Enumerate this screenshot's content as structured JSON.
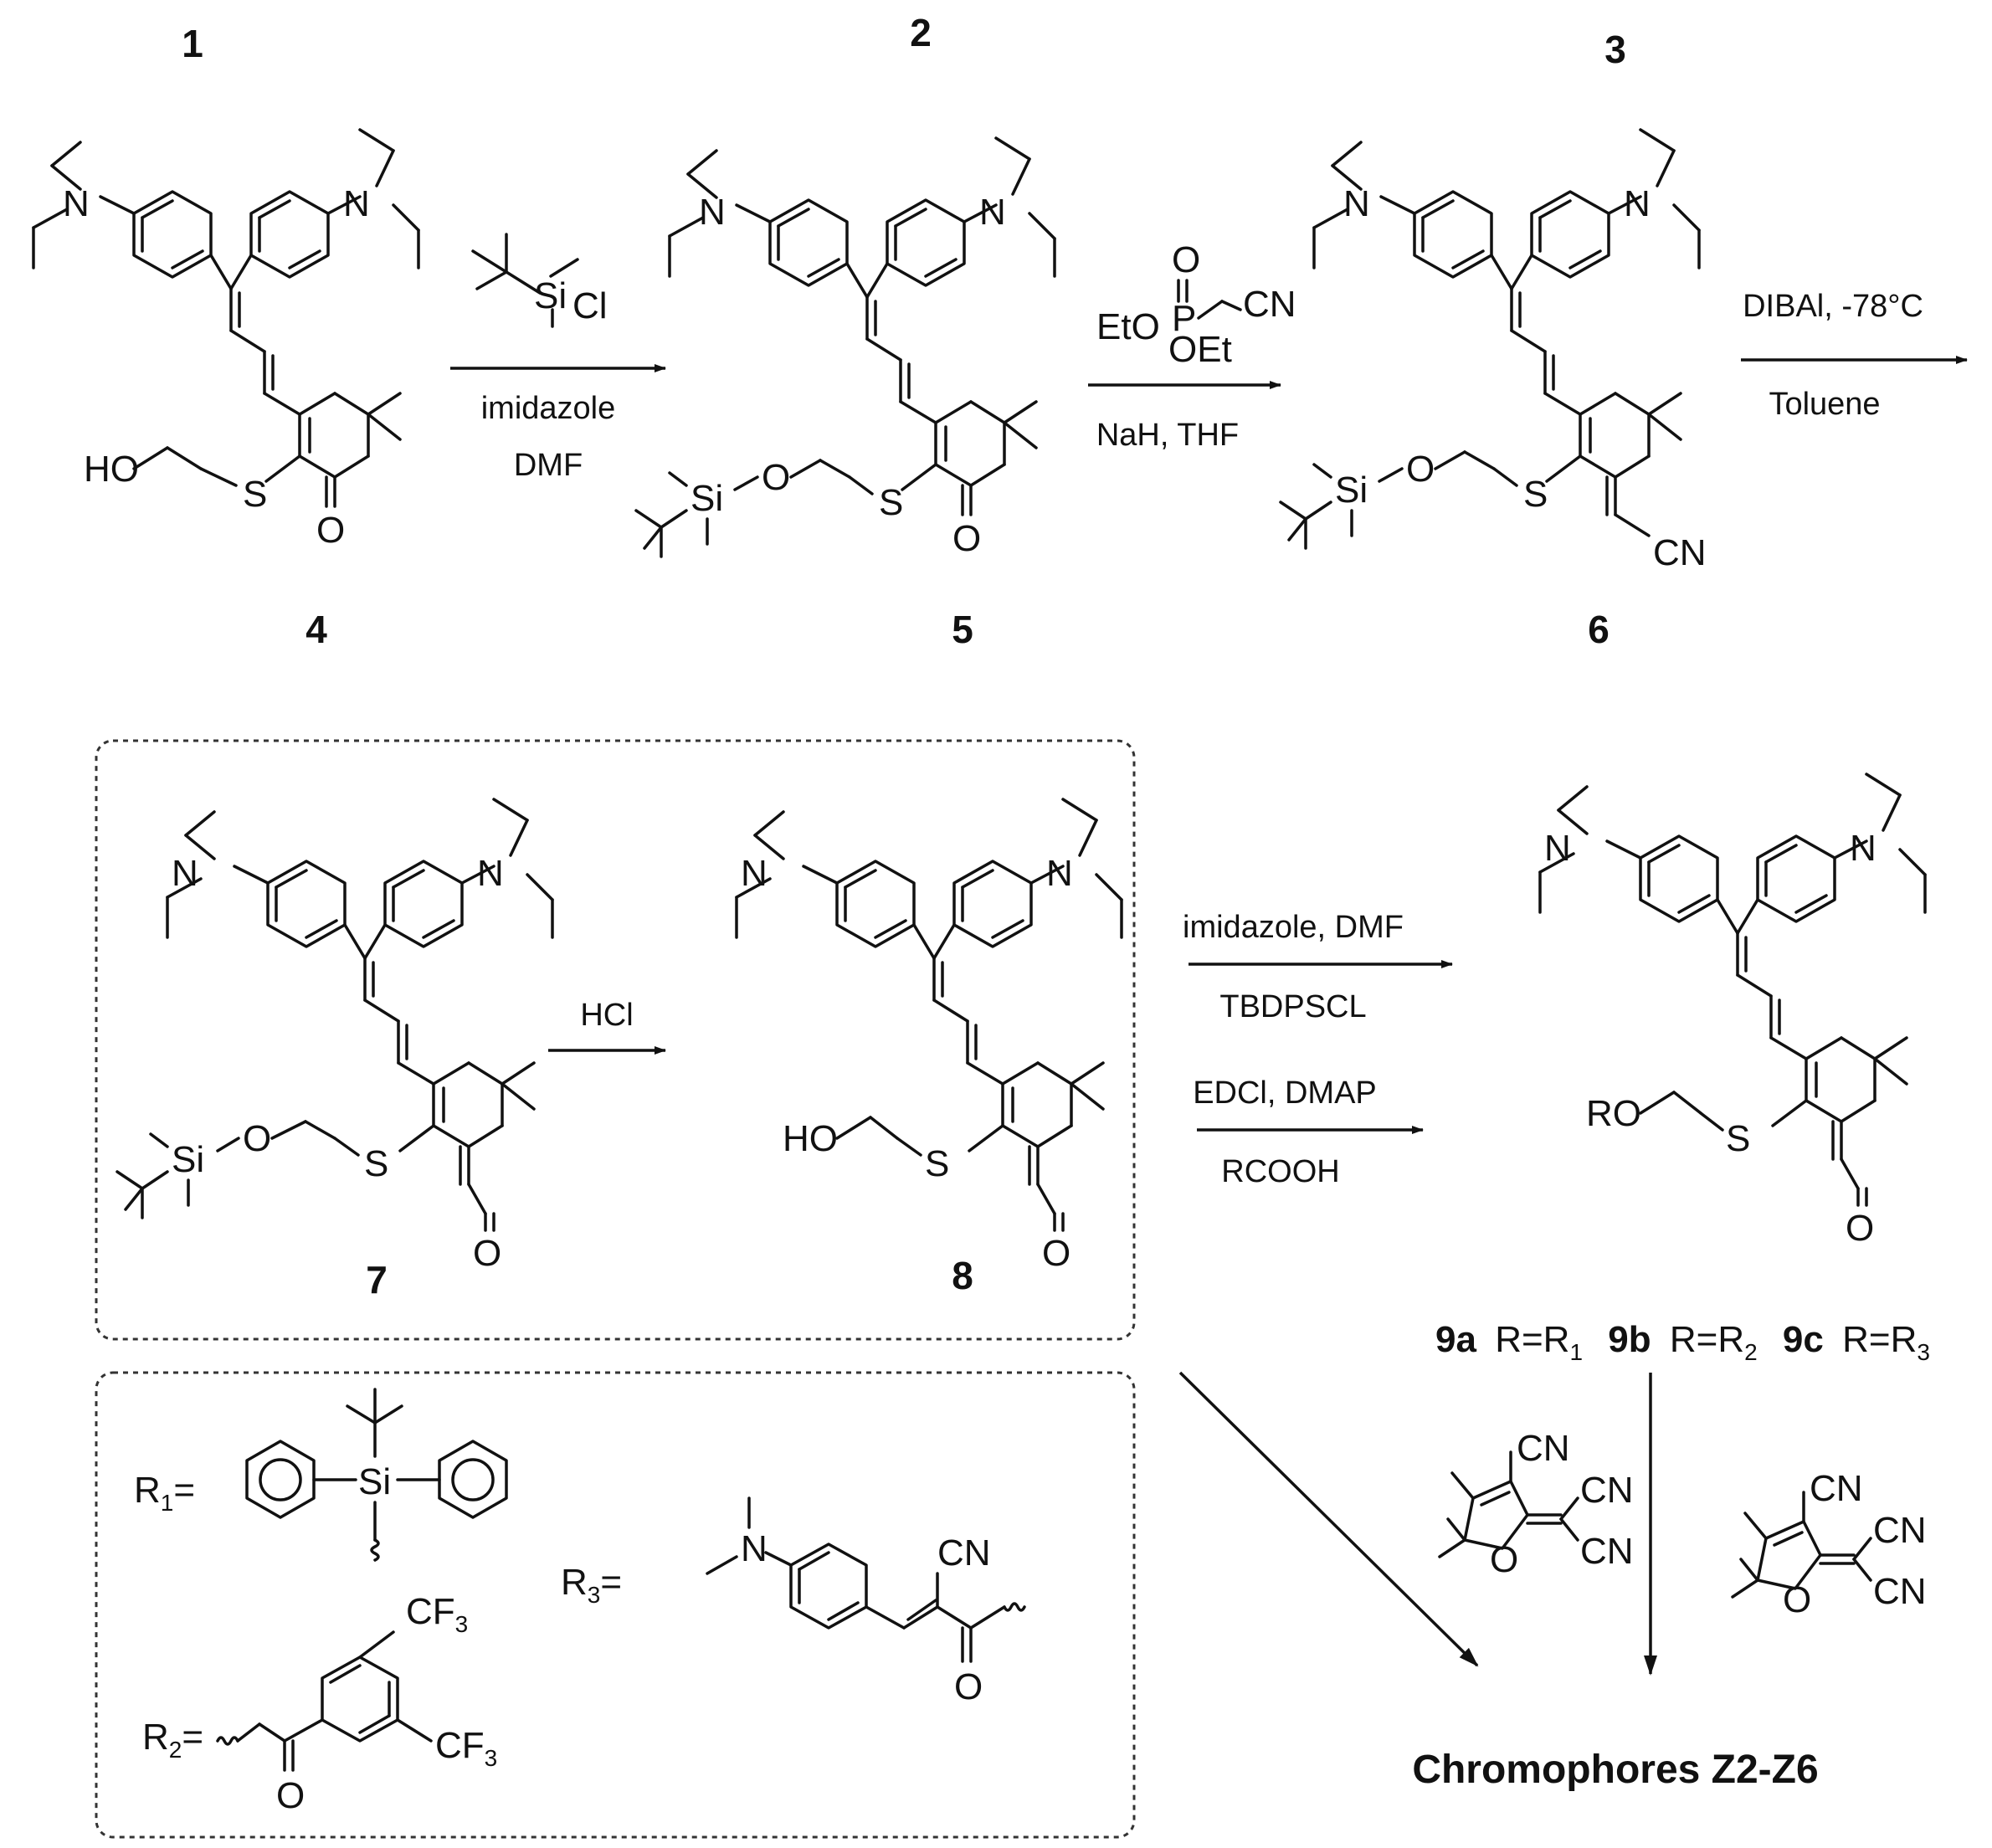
{
  "compound_numbers": {
    "c1": "1",
    "c2": "2",
    "c3": "3",
    "c4": "4",
    "c5": "5",
    "c6": "6",
    "c7": "7",
    "c8": "8"
  },
  "reagents": {
    "step1_top": "imidazole",
    "step1_bottom": "DMF",
    "step2_bottom": "NaH, THF",
    "step3_top": "DIBAl, -78°C",
    "step3_bottom": "Toluene",
    "step4": "HCl",
    "step5a_top": "imidazole, DMF",
    "step5a_bottom": "TBDPSCL",
    "step5b_top": "EDCl, DMAP",
    "step5b_bottom": "RCOOH"
  },
  "reagent_structures": {
    "tbscl_si": "Si",
    "tbscl_cl": "Cl",
    "phosphonate_o": "O",
    "phosphonate_p": "P",
    "phosphonate_eto": "EtO",
    "phosphonate_oet": "OEt",
    "phosphonate_cn": "CN"
  },
  "atoms": {
    "N": "N",
    "S": "S",
    "O": "O",
    "HO": "HO",
    "Si": "Si",
    "CN": "CN",
    "RO": "RO"
  },
  "products": {
    "label_9a": "9a",
    "def_9a": "R=R",
    "label_9b": "9b",
    "def_9b": "R=R",
    "label_9c": "9c",
    "def_9c": "R=R",
    "sub1": "1",
    "sub2": "2",
    "sub3": "3",
    "final": "Chromophores Z2-Z6"
  },
  "r_groups": {
    "r1_label": "R",
    "r1_sub": "1",
    "r1_eq": "=",
    "r2_label": "R",
    "r2_sub": "2",
    "r2_eq": "=",
    "r3_label": "R",
    "r3_sub": "3",
    "r3_eq": "=",
    "cf3": "CF",
    "cf3_sub": "3"
  }
}
